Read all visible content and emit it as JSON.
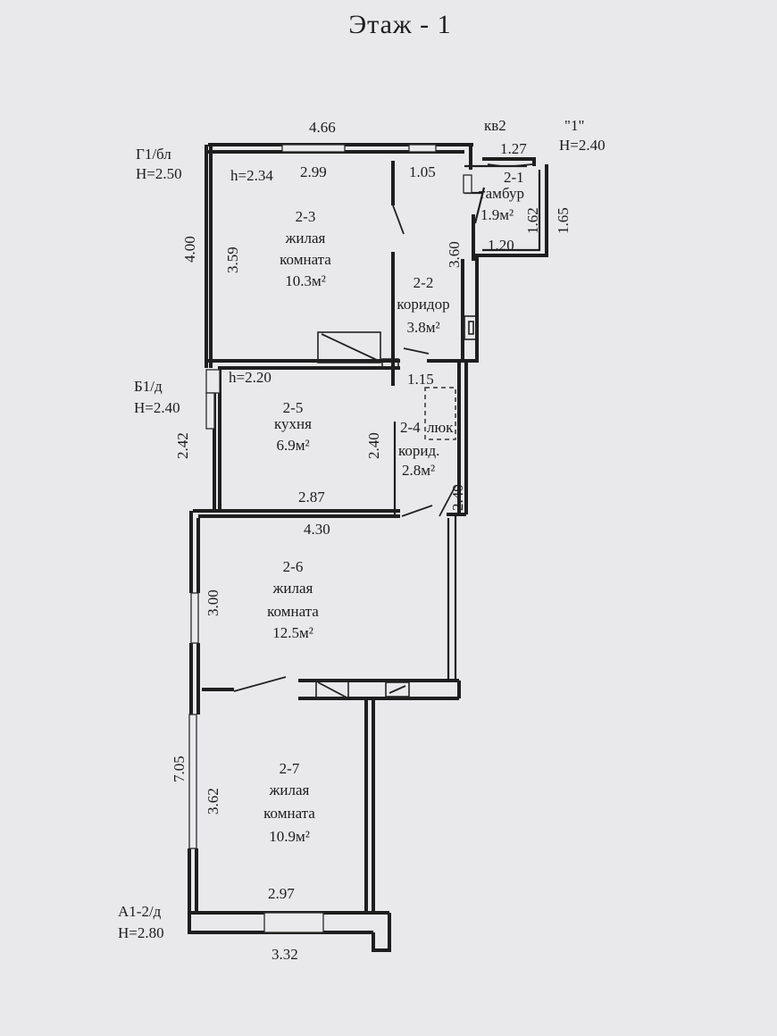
{
  "title": "Этаж  - 1",
  "labels": {
    "kv": "кв2",
    "quote1": "\"1\"",
    "h_quote1": "H=2.40",
    "g1": "Г1/бл",
    "g1_h": "H=2.50",
    "b1": "Б1/д",
    "b1_h": "H=2.40",
    "a1": "А1-2/д",
    "a1_h": "H=2.80"
  },
  "dimensions": {
    "top_width": "4.66",
    "d_127": "1.27",
    "d_299": "2.99",
    "d_105": "1.05",
    "d_400": "4.00",
    "d_359": "3.59",
    "d_360": "3.60",
    "d_162": "1.62",
    "d_165": "1.65",
    "d_120": "1.20",
    "d_115": "1.15",
    "d_242": "2.42",
    "d_240_a": "2.40",
    "d_240_b": "2.40",
    "d_287": "2.87",
    "d_430": "4.30",
    "d_300": "3.00",
    "d_705": "7.05",
    "d_362": "3.62",
    "d_297": "2.97",
    "d_332": "3.32"
  },
  "heights": {
    "h_234": "h=2.34",
    "h_220": "h=2.20"
  },
  "rooms": {
    "r21": {
      "id": "2-1",
      "name": "тамбур",
      "area": "1.9м²"
    },
    "r22": {
      "id": "2-2",
      "name": "коридор",
      "area": "3.8м²"
    },
    "r23": {
      "id": "2-3",
      "name1": "жилая",
      "name2": "комната",
      "area": "10.3м²"
    },
    "r24": {
      "id": "2-4",
      "extra": "люк",
      "name": "корид.",
      "area": "2.8м²"
    },
    "r25": {
      "id": "2-5",
      "name": "кухня",
      "area": "6.9м²"
    },
    "r26": {
      "id": "2-6",
      "name1": "жилая",
      "name2": "комната",
      "area": "12.5м²"
    },
    "r27": {
      "id": "2-7",
      "name1": "жилая",
      "name2": "комната",
      "area": "10.9м²"
    }
  }
}
